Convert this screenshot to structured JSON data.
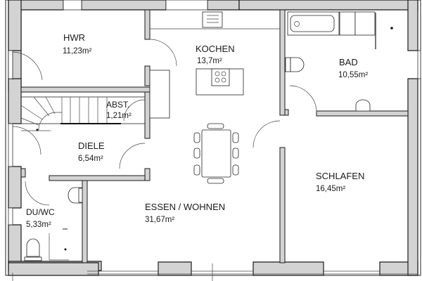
{
  "plan": {
    "title": "Floor plan",
    "colors": {
      "wall_fill": "#d3d3d3",
      "wall_stroke": "#1a1a1a",
      "background": "#ffffff"
    },
    "rooms": {
      "hwr": {
        "name": "HWR",
        "area": "11,23m²"
      },
      "kochen": {
        "name": "KOCHEN",
        "area": "13,7m²"
      },
      "bad": {
        "name": "BAD",
        "area": "10,55m²"
      },
      "abst": {
        "name": "ABST.",
        "area": "1,21m²"
      },
      "diele": {
        "name": "DIELE",
        "area": "6,54m²"
      },
      "schlafen": {
        "name": "SCHLAFEN",
        "area": "16,45m²"
      },
      "duwc": {
        "name": "DU/WC",
        "area": "5,33m²"
      },
      "essen": {
        "name": "ESSEN / WOHNEN",
        "area": "31,67m²"
      }
    },
    "fixtures": [
      "bathtub",
      "toilet",
      "sink",
      "shower",
      "stove-top",
      "sink-kitchen",
      "dining-table",
      "staircase"
    ]
  }
}
